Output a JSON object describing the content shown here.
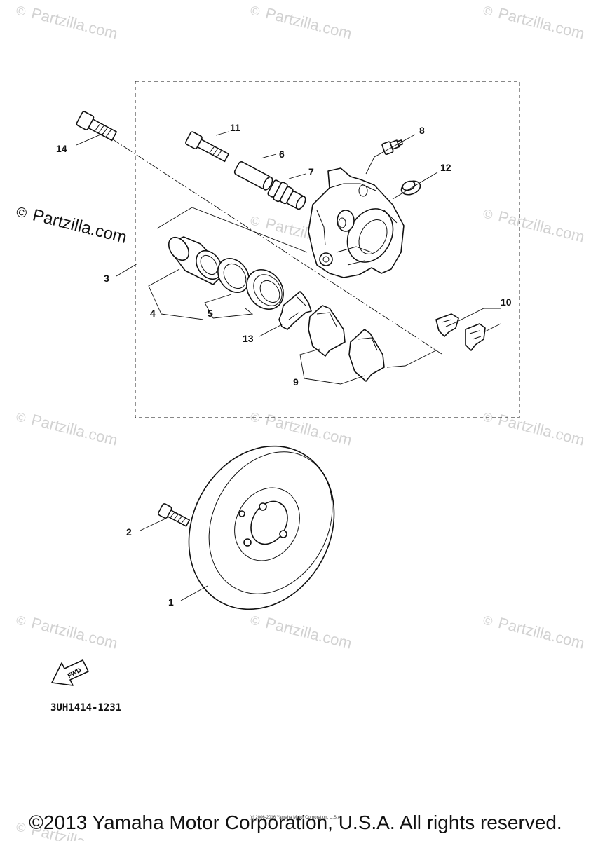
{
  "watermark": {
    "text": "Partzilla.com",
    "symbol": "©"
  },
  "diagram_code": "3UH1414-1231",
  "fwd_label": "FWD",
  "callouts": {
    "c1": "1",
    "c2": "2",
    "c3": "3",
    "c4": "4",
    "c5": "5",
    "c6": "6",
    "c7": "7",
    "c8": "8",
    "c9": "9",
    "c10": "10",
    "c11": "11",
    "c12": "12",
    "c13": "13",
    "c14": "14"
  },
  "footer": {
    "copyright": "©2013 Yamaha Motor Corporation, U.S.A. All rights reserved.",
    "small_copyright": "(c) 2006-2016 Yamaha Motor Corporation, U.S.A."
  },
  "colors": {
    "line": "#111111",
    "watermark": "#d2d2d2",
    "background": "#ffffff"
  }
}
